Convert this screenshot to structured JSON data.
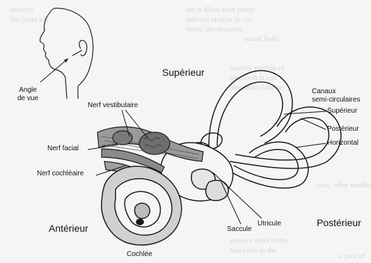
{
  "labels": {
    "angle_de_vue": [
      "Angle",
      "de vue"
    ],
    "nerf_vestibulaire": "Nerf vestibulaire",
    "nerf_facial": "Nerf facial",
    "nerf_cochleaire": "Nerf cochléaire",
    "superieur_main": "Supérieur",
    "canaux": [
      "Canaux",
      "semi-circulaires"
    ],
    "canal_superieur": "Supérieur",
    "canal_posterieur": "Postérieur",
    "canal_horizontal": "Horizontal",
    "anterieur": "Antérieur",
    "posterieur": "Postérieur",
    "saccule": "Saccule",
    "utricule": "Utricule",
    "cochlee": "Cochlée"
  }
}
